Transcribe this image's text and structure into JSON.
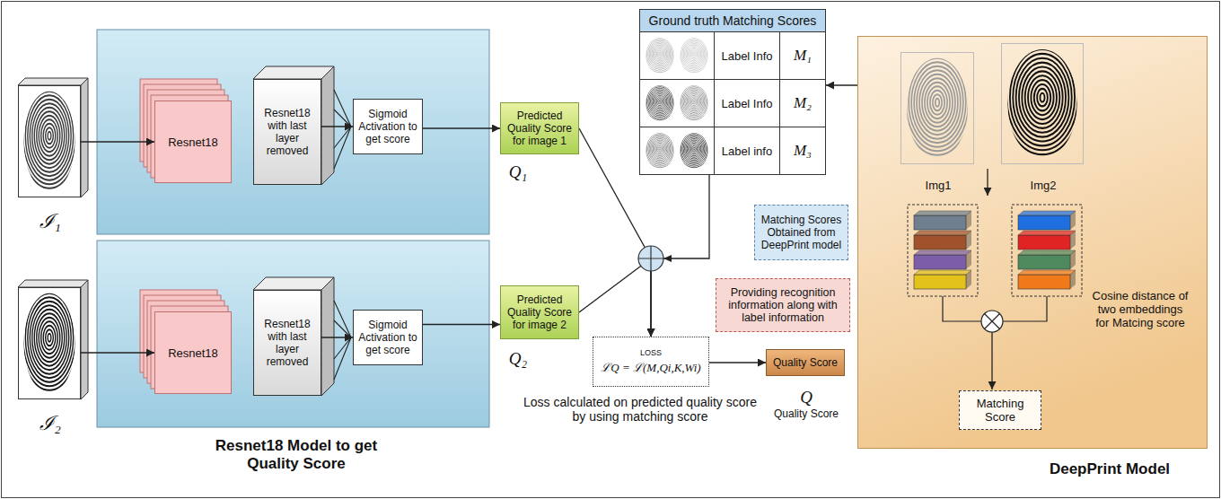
{
  "diagram": {
    "nodes": [
      {
        "text": [
          "ℐ₁"
        ]
      },
      {
        "text": [
          "Resnet18"
        ]
      },
      {
        "text": [
          "Resnet18 with last layer removed"
        ]
      },
      {
        "text": [
          "Sigmoid Activation to get score"
        ]
      },
      {
        "text": [
          "Predicted Quality Score for image 1",
          "Q₁"
        ]
      },
      {
        "text": [
          "ℐ₂"
        ]
      },
      {
        "text": [
          "Resnet18"
        ]
      },
      {
        "text": [
          "Resnet18 with last layer removed"
        ]
      },
      {
        "text": [
          "Sigmoid Activation to get score"
        ]
      },
      {
        "text": [
          "Predicted Quality Score for image 2",
          "Q₂"
        ]
      },
      {
        "text": [
          "Ground truth Matching Scores",
          "Label Info",
          "M₁",
          "Label Info",
          "M₂",
          "Label info",
          "M₃"
        ]
      },
      {
        "text": [
          "Matching Scores Obtained from DeepPrint model"
        ]
      },
      {
        "text": [
          "Providing recognition information along with label information"
        ]
      },
      {
        "text": [
          "LOSS",
          "ℒQ = ℒ(M,Qi,K,Wi)"
        ]
      },
      {
        "text": [
          "Quality Score",
          "Q",
          "Quality Score"
        ]
      },
      {
        "text": [
          "DeepPrint Model"
        ]
      },
      {
        "text": [
          "Img1"
        ],
        "in": 15
      },
      {
        "text": [
          "Img2"
        ],
        "in": 15
      },
      {
        "text": [
          "Matching Score"
        ],
        "in": 15
      }
    ],
    "edges": [
      {
        "from": 0,
        "to": 1,
        "arrow": "to"
      },
      {
        "from": 2,
        "to": 3,
        "arrow": "to"
      },
      {
        "from": 3,
        "to": 4,
        "arrow": "to"
      },
      {
        "from": 5,
        "to": 6,
        "arrow": "to"
      },
      {
        "from": 7,
        "to": 8,
        "arrow": "to"
      },
      {
        "from": 8,
        "to": 9,
        "arrow": "to"
      },
      {
        "from": 4,
        "to": 13,
        "arrow": "to"
      },
      {
        "from": 9,
        "to": 13,
        "arrow": "to"
      },
      {
        "from": 10,
        "to": 13,
        "arrow": "to"
      },
      {
        "from": 13,
        "to": 14,
        "arrow": "to"
      },
      {
        "from": 15,
        "to": 10,
        "arrow": "to"
      }
    ],
    "labels": [
      "Resnet18 Model to get Quality Score",
      "Loss calculated on predicted quality score by using matching score",
      "Cosine distance of two embeddings for Matcing score"
    ]
  }
}
